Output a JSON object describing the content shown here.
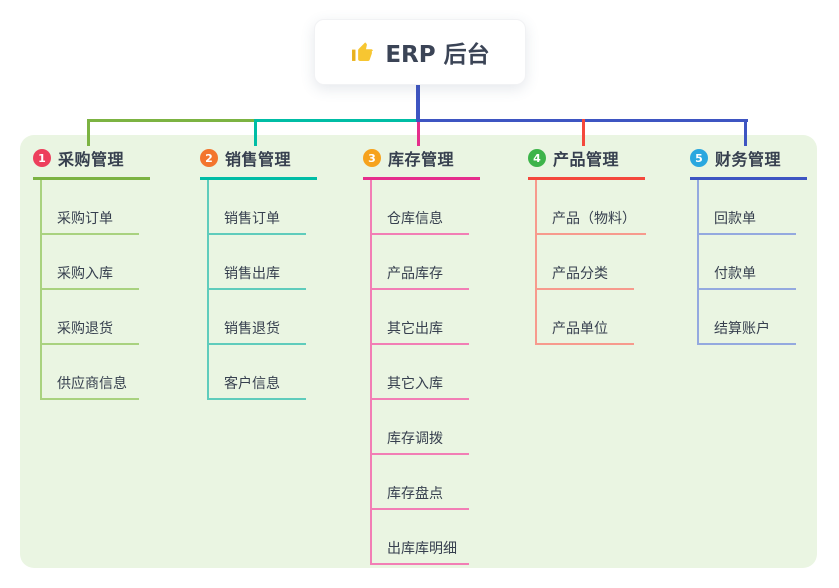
{
  "root": {
    "title": "ERP 后台",
    "icon": "thumbs-up",
    "icon_color": "#F7C631",
    "line_color": "#3E55C2"
  },
  "panel_color": "#EAF5E2",
  "branches": [
    {
      "index": "1",
      "title": "采购管理",
      "badge_color": "#ED3F5C",
      "line_color": "#7CB342",
      "sub_line_color": "#A9D27F",
      "children": [
        "采购订单",
        "采购入库",
        "采购退货",
        "供应商信息"
      ]
    },
    {
      "index": "2",
      "title": "销售管理",
      "badge_color": "#F3752D",
      "line_color": "#00BDA5",
      "sub_line_color": "#5FCCBC",
      "children": [
        "销售订单",
        "销售出库",
        "销售退货",
        "客户信息"
      ]
    },
    {
      "index": "3",
      "title": "库存管理",
      "badge_color": "#F6A21C",
      "line_color": "#E52E8C",
      "sub_line_color": "#F27EB5",
      "children": [
        "仓库信息",
        "产品库存",
        "其它出库",
        "其它入库",
        "库存调拨",
        "库存盘点",
        "出库库明细"
      ]
    },
    {
      "index": "4",
      "title": "产品管理",
      "badge_color": "#3DB44A",
      "line_color": "#F4483C",
      "sub_line_color": "#F79A8D",
      "children": [
        "产品（物料）",
        "产品分类",
        "产品单位"
      ]
    },
    {
      "index": "5",
      "title": "财务管理",
      "badge_color": "#2AA7DF",
      "line_color": "#3E55C2",
      "sub_line_color": "#94A9DF",
      "children": [
        "回款单",
        "付款单",
        "结算账户"
      ]
    }
  ]
}
